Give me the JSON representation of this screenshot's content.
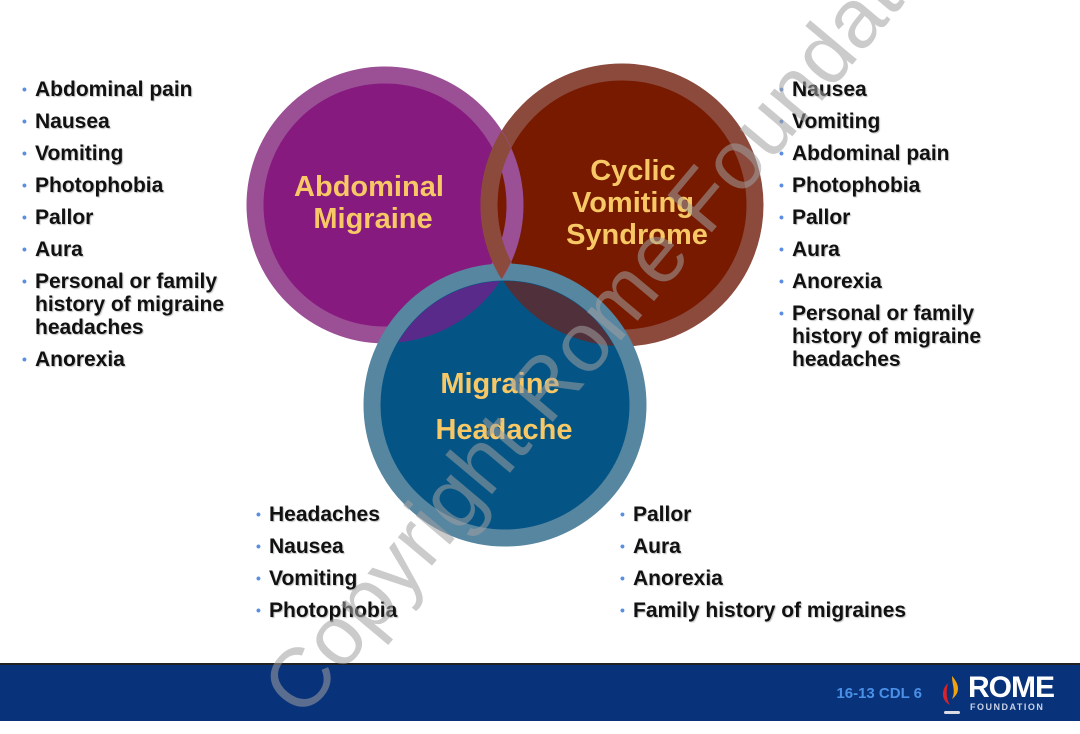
{
  "diagram": {
    "circles": [
      {
        "id": "abdominal-migraine",
        "label_lines": [
          "Abdominal",
          "Migraine"
        ],
        "fill": "#861a7e",
        "ring": "#9b5096"
      },
      {
        "id": "cyclic-vomiting-syndrome",
        "label_lines": [
          "Cyclic",
          "Vomiting",
          "Syndrome"
        ],
        "fill": "#781a00",
        "ring": "#8b4a3c"
      },
      {
        "id": "migraine-headache",
        "label_lines": [
          "Migraine",
          "Headache"
        ],
        "fill": "#045585",
        "ring": "#5786a1"
      }
    ],
    "label_color": "#f7c865"
  },
  "lists": {
    "abdominal_migraine": [
      "Abdominal pain",
      "Nausea",
      "Vomiting",
      "Photophobia",
      "Pallor",
      "Aura",
      "Personal or family history of migraine headaches",
      "Anorexia"
    ],
    "cyclic_vomiting": [
      "Nausea",
      "Vomiting",
      "Abdominal pain",
      "Photophobia",
      "Pallor",
      "Aura",
      "Anorexia",
      "Personal or family history of migraine headaches"
    ],
    "migraine_headache_left": [
      "Headaches",
      "Nausea",
      "Vomiting",
      "Photophobia"
    ],
    "migraine_headache_right": [
      "Pallor",
      "Aura",
      "Anorexia",
      "Family history of migraines"
    ]
  },
  "footer": {
    "slide_code": "16-13  CDL 6",
    "logo_word": "ROME",
    "logo_sub": "FOUNDATION",
    "bg_color": "#08327a"
  },
  "watermark": "Copyright Rome Foundation",
  "bullet_char": "•"
}
